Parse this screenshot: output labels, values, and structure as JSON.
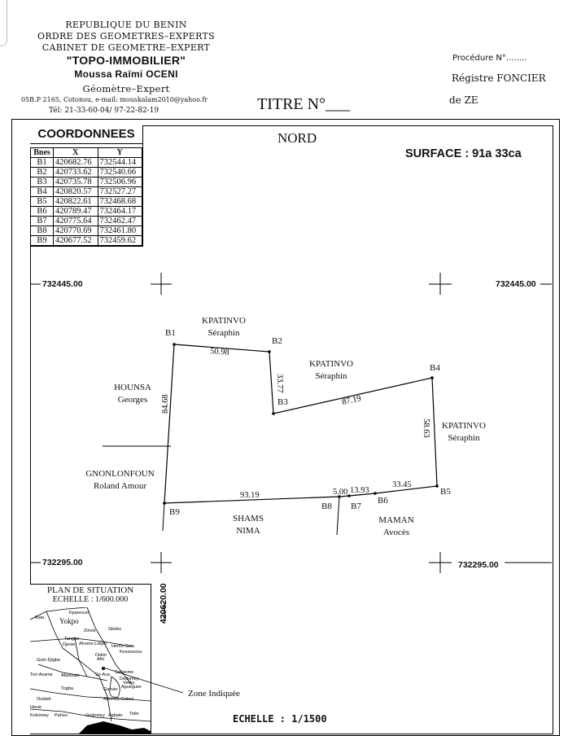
{
  "header": {
    "republic": "REPUBLIQUE DU BENIN",
    "order": "ORDRE DES GEOMETRES–EXPERTS",
    "cabinet": "CABINET DE GEOMETRE–EXPERT",
    "firm": "\"TOPO-IMMOBILIER\"",
    "name": "Moussa Raïmi OCENI",
    "profession": "Géomètre–Expert",
    "address": "05B.P 2165, Cotonou, e-mail: mouskalam2010@yahoo.fr",
    "phone": "Tél: 21-33-60-04/ 97-22-82-19",
    "titre": "TITRE N°___",
    "procedure": "Procédure N°........",
    "registre": "Régistre FONCIER",
    "de_ze": "de ZE"
  },
  "plan": {
    "north": "NORD",
    "surface": "SURFACE : 91a  33ca",
    "scale": "ECHELLE  :  1/1500",
    "coord_labels": {
      "y_top_left": "732445.00",
      "y_top_right": "732445.00",
      "y_bottom_left": "732295.00",
      "y_bottom_right": "732295.00",
      "x_vertical": "420620.00"
    }
  },
  "coordinates": {
    "title": "COORDONNEES",
    "headers": [
      "Bnes",
      "X",
      "Y"
    ],
    "rows": [
      [
        "B1",
        "420682.76",
        "732544.14"
      ],
      [
        "B2",
        "420733.62",
        "732540.66"
      ],
      [
        "B3",
        "420735.78",
        "732506.96"
      ],
      [
        "B4",
        "420820.57",
        "732527.27"
      ],
      [
        "B5",
        "420822.61",
        "732468.68"
      ],
      [
        "B6",
        "420789.47",
        "732464.17"
      ],
      [
        "B7",
        "420775.64",
        "732462.47"
      ],
      [
        "B8",
        "420770.69",
        "732461.80"
      ],
      [
        "B9",
        "420677.52",
        "732459.62"
      ]
    ]
  },
  "beacons": [
    "B1",
    "B2",
    "B3",
    "B4",
    "B5",
    "B6",
    "B7",
    "B8",
    "B9"
  ],
  "distances": {
    "b1_b2": "50.98",
    "b2_b3": "33.77",
    "b3_b4": "87.19",
    "b4_b5": "58.63",
    "b5_b6": "33.45",
    "b6_b7": "13.93",
    "b7_b8": "5.00",
    "b8_b9": "93.19",
    "b9_b1": "84.68"
  },
  "neighbours": {
    "north": {
      "surname": "KPATINVO",
      "first": "Séraphin"
    },
    "north_east": {
      "surname": "KPATINVO",
      "first": "Séraphin"
    },
    "east": {
      "surname": "KPATINVO",
      "first": "Séraphin"
    },
    "west_upper": {
      "surname": "HOUNSA",
      "first": "Georges"
    },
    "west_lower": {
      "surname": "GNONLONFOUN",
      "first": "Roland Amour"
    },
    "south_west": {
      "surname": "SHAMS",
      "first": "NIMA"
    },
    "south_east": {
      "surname": "MAMAN",
      "first": "Avocès"
    }
  },
  "situation": {
    "title": "PLAN DE SITUATION",
    "scale": "ECHELLE : 1/600.000",
    "zone": "Zone Indiquée",
    "places": [
      "Bata",
      "Kpanroun",
      "Yokpo",
      "Zinvie",
      "Gbeko",
      "Tangbo",
      "Djevie",
      "Ahome-Lokpo",
      "Hertin-Sota",
      "Kessounou",
      "Golo-Djigbe",
      "Dekin",
      "Afio",
      "Tori-Avame",
      "Akassato",
      "So-Ava",
      "Sekanme",
      "Dedomey",
      "Vekky",
      "Aguegues",
      "Togba",
      "Ganvie",
      "Ouidah",
      "Abomey-Calavi",
      "Hevie",
      "Kokomey",
      "Pahou",
      "Godomey",
      "Agbato",
      "Totin"
    ]
  }
}
